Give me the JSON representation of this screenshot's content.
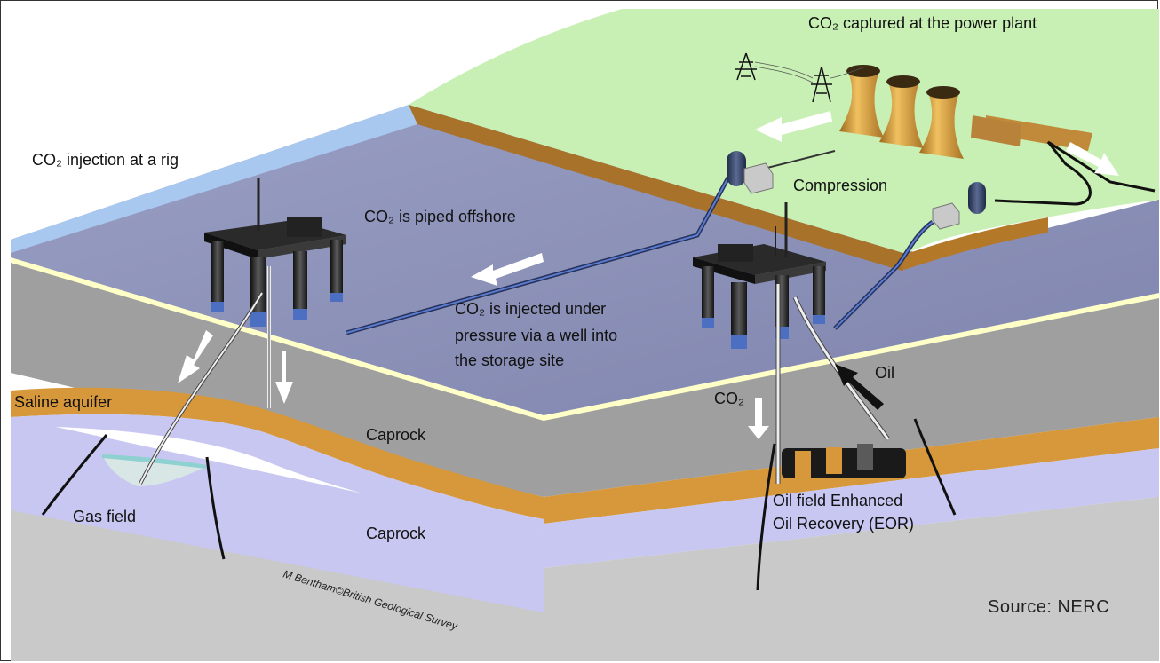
{
  "labels": {
    "captured": "CO₂ captured at the power plant",
    "injection_rig": "CO₂ injection at a rig",
    "piped": "CO₂ is piped offshore",
    "compression": "Compression",
    "injected_line1": "CO₂ is injected under",
    "injected_line2": "pressure via a well into",
    "injected_line3": "the storage site",
    "saline": "Saline aquifer",
    "caprock_upper": "Caprock",
    "caprock_lower": "Caprock",
    "gas_field": "Gas field",
    "oil": "Oil",
    "co2_well": "CO₂",
    "eor_line1": "Oil field Enhanced",
    "eor_line2": "Oil Recovery (EOR)",
    "credit": "M Bentham©British Geological Survey",
    "source": "Source:  NERC"
  },
  "colors": {
    "sea": "#8e93b8",
    "land": "#c8f0b4",
    "rock": "#a7a7a7",
    "sand": "#d89a3a",
    "lavender": "#c6c6f0",
    "platform": "#2e2e2e",
    "pipe": "#4d6fc2"
  }
}
